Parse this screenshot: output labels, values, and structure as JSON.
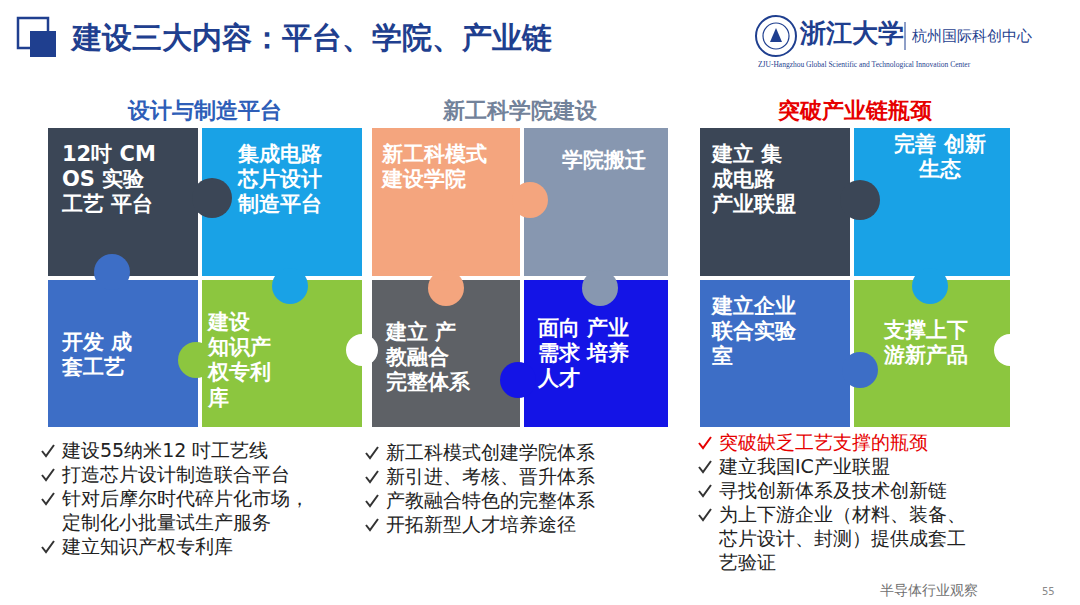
{
  "diagram": {
    "title": "建设三大内容：平台、学院、产业链",
    "nodes": [
      {
        "text": [
          "12吋 CMOS 实验工艺 平台"
        ]
      },
      {
        "text": [
          "集成电路 芯片设计 制造平台"
        ]
      },
      {
        "text": [
          "开发 成套工艺"
        ]
      },
      {
        "text": [
          "建设 知识产 权专利 库"
        ]
      },
      {
        "text": [
          "新工科模式 建设学院"
        ]
      },
      {
        "text": [
          "学院搬迁"
        ]
      },
      {
        "text": [
          "建立 产教融合 完整体系"
        ]
      },
      {
        "text": [
          "面向 产业需求 培养人才"
        ]
      },
      {
        "text": [
          "建立 集成电路 产业联盟"
        ]
      },
      {
        "text": [
          "完善 创新生态"
        ]
      },
      {
        "text": [
          "建立企业 联合实验 室"
        ]
      },
      {
        "text": [
          "支撑上下 游新产品"
        ]
      }
    ],
    "labels": [
      "浙江大学",
      "杭州国际科创中心",
      "ZJU-Hangzhou Global Scientific and Technological Innovation Center",
      "设计与制造平台",
      "新工科学院建设",
      "突破产业链瓶颈",
      "建设55纳米12 吋工艺线",
      "打造芯片设计制造联合平台",
      "针对后摩尔时代碎片化市场，定制化小批量试生产服务",
      "建立知识产权专利库",
      "新工科模式创建学院体系",
      "新引进、考核、晋升体系",
      "产教融合特色的完整体系",
      "开拓新型人才培养途径",
      "突破缺乏工艺支撑的瓶颈",
      "建立我国IC产业联盟",
      "寻找创新体系及技术创新链",
      "为上下游企业（材料、装备、芯片设计、封测）提供成套工艺验证",
      "半导体行业观察",
      "55"
    ]
  }
}
